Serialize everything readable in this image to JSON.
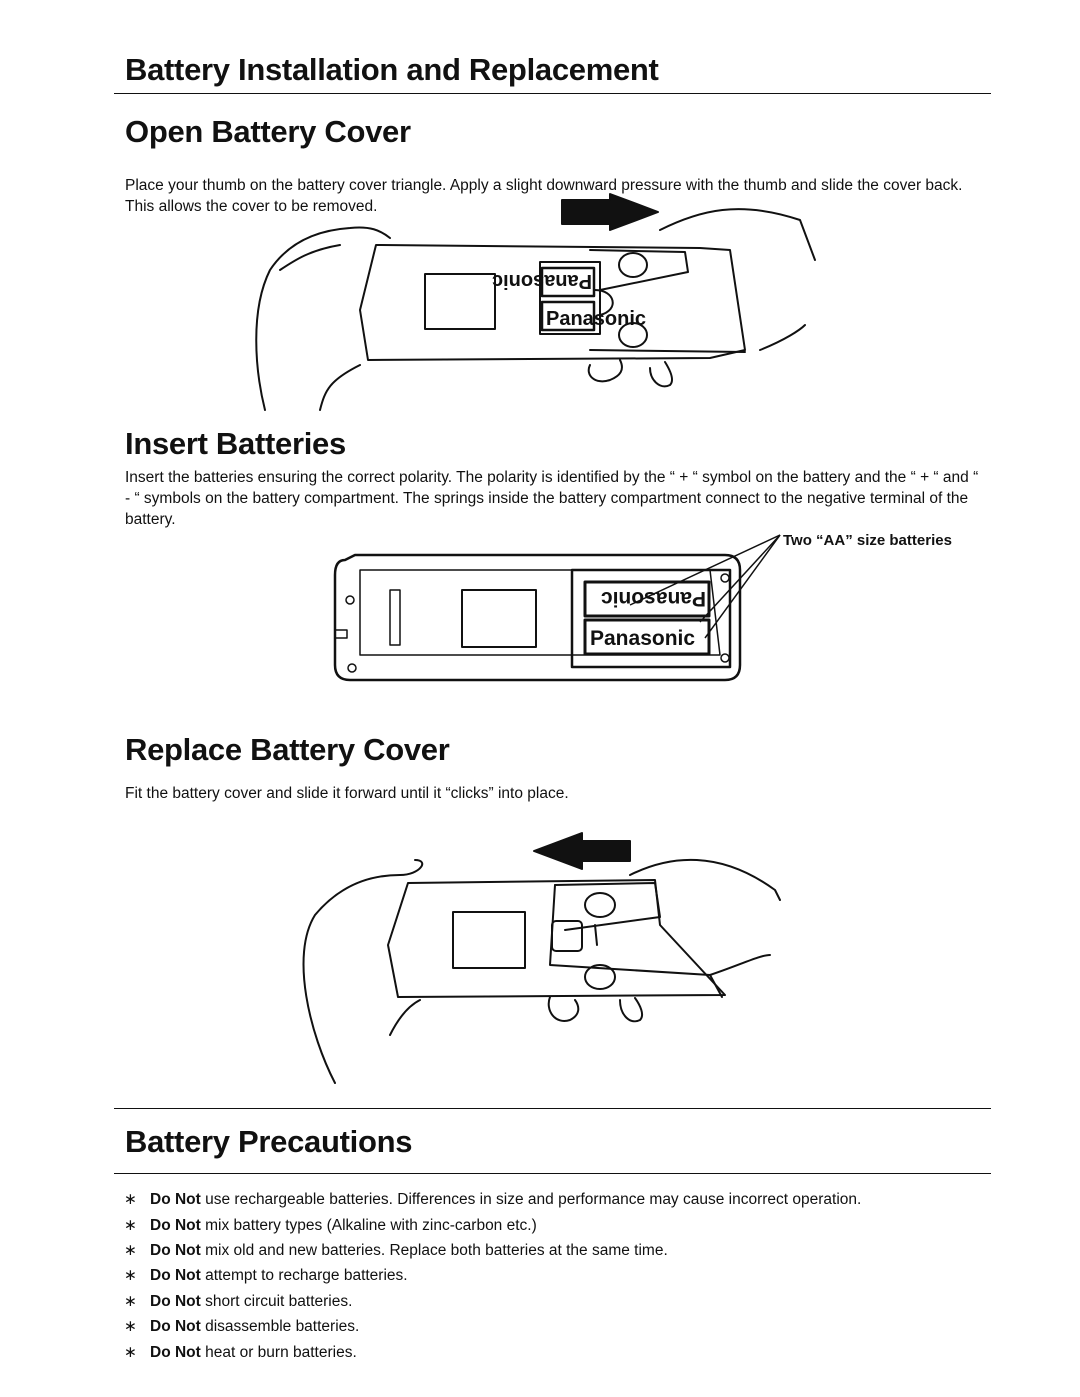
{
  "main_title": "Battery Installation and Replacement",
  "open_cover": {
    "heading": "Open Battery Cover",
    "text": "Place your thumb on the battery cover triangle. Apply a slight downward pressure with the thumb and slide the cover back. This allows the cover to be removed."
  },
  "insert": {
    "heading": "Insert Batteries",
    "text": "Insert the batteries ensuring the correct polarity. The polarity is identified by the “ + “ symbol on the battery and the “ + “ and “ - “ symbols on the battery compartment. The springs inside the battery compartment connect to the negative terminal of the battery.",
    "callout": "Two “AA” size batteries"
  },
  "battery_brand": "Panasonic",
  "replace_cover": {
    "heading": "Replace Battery Cover",
    "text": "Fit the battery cover and slide it forward until it “clicks” into place."
  },
  "precautions": {
    "heading": "Battery Precautions",
    "bullet": "∗",
    "items": [
      {
        "lead": "Do Not",
        "text": "use rechargeable batteries. Differences in size and performance may cause incorrect operation."
      },
      {
        "lead": "Do Not",
        "text": "mix battery types (Alkaline with zinc-carbon etc.)"
      },
      {
        "lead": "Do Not",
        "text": "mix old and new batteries. Replace both batteries at the same time."
      },
      {
        "lead": "Do Not",
        "text": "attempt to recharge batteries."
      },
      {
        "lead": "Do Not",
        "text": "short circuit batteries."
      },
      {
        "lead": "Do Not",
        "text": "disassemble batteries."
      },
      {
        "lead": "Do Not",
        "text": "heat or burn batteries."
      }
    ]
  }
}
